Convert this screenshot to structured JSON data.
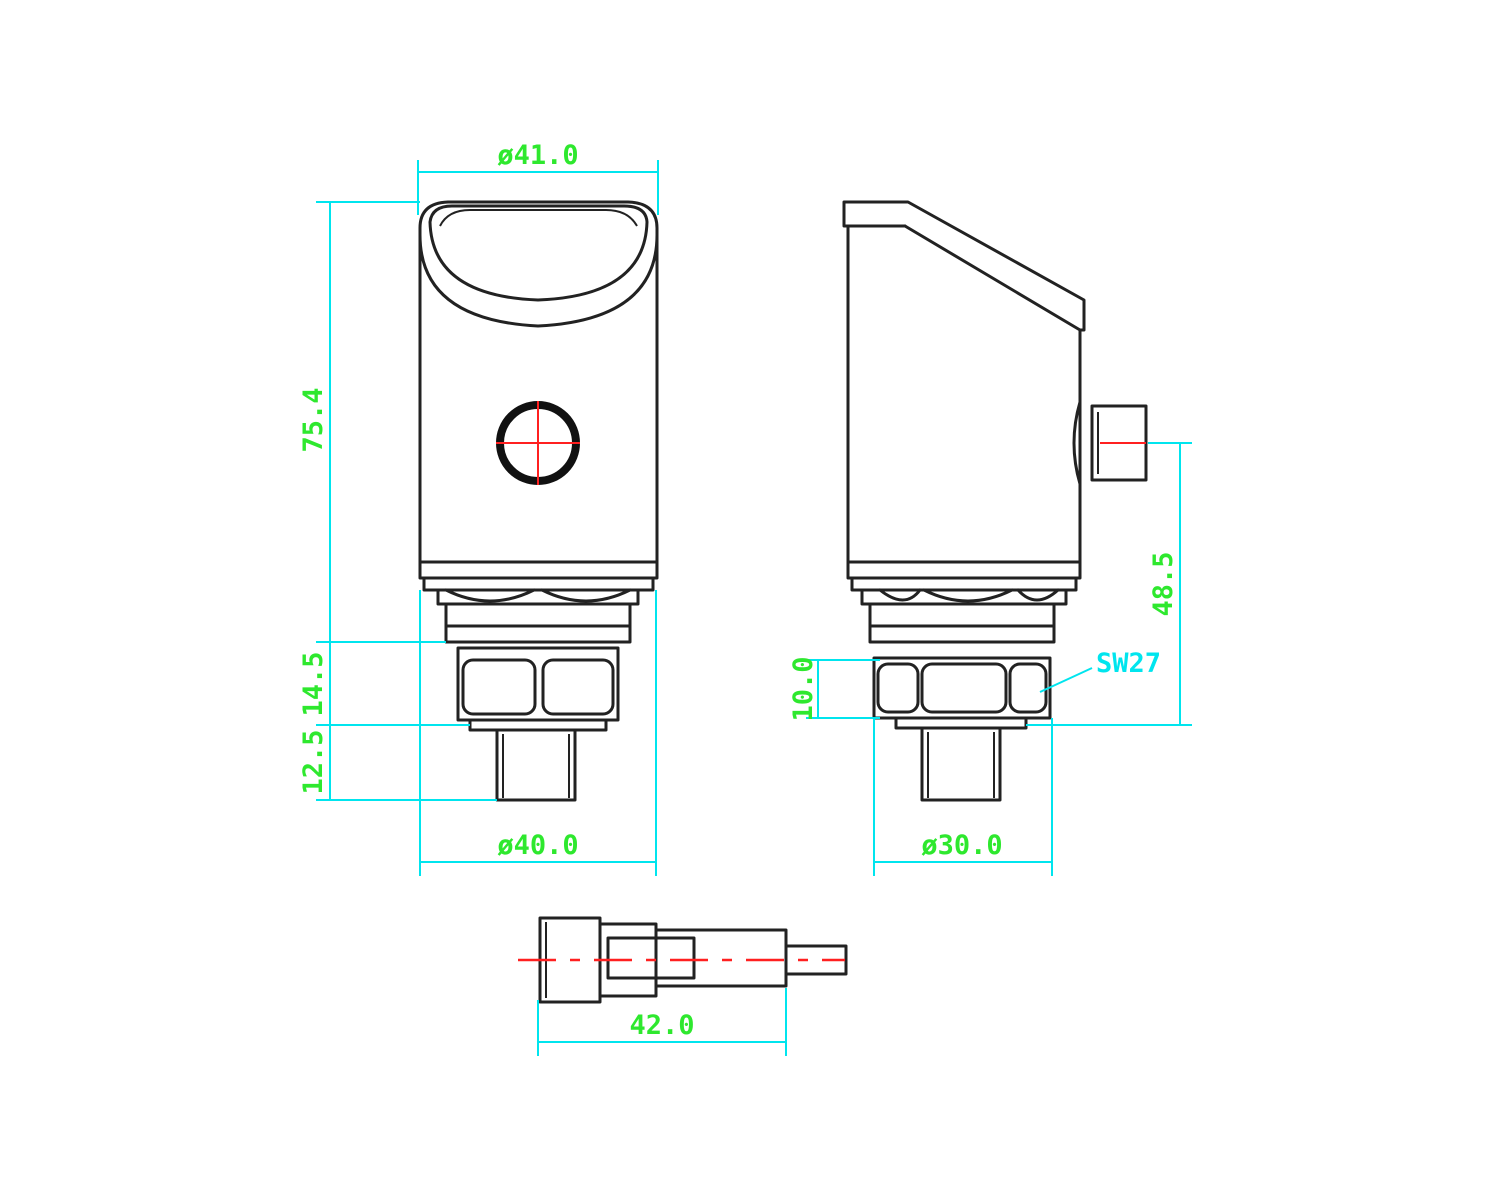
{
  "colors": {
    "dimension_text": "#2ee82e",
    "dimension_line": "#00e5ee",
    "center_line": "#ff2020",
    "outline": "#222222"
  },
  "dimensions": {
    "top_width": "ø41.0",
    "total_height": "75.4",
    "nut_height_front": "14.5",
    "thread_height": "12.5",
    "bottom_width_front": "ø40.0",
    "side_height": "48.5",
    "nut_height_side": "10.0",
    "bottom_width_side": "ø30.0",
    "connector_length": "42.0"
  },
  "notes": {
    "wrench_size": "SW27"
  }
}
